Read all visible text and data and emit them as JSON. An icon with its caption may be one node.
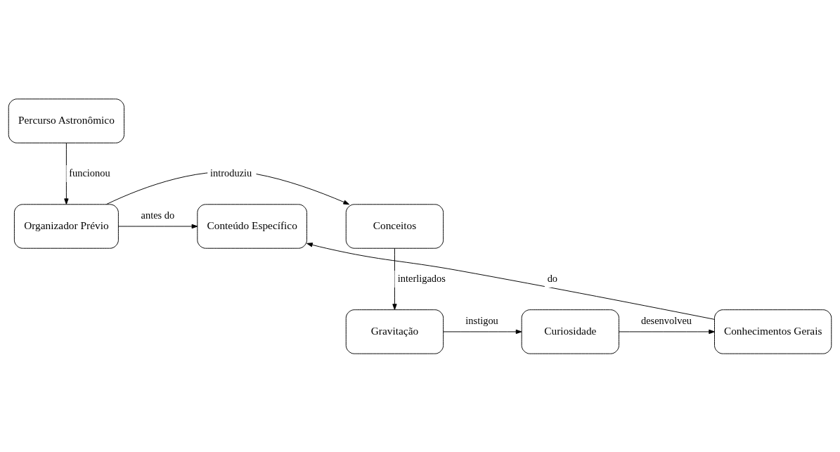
{
  "diagram": {
    "nodes": [
      {
        "text": [
          "Percurso Astronômico"
        ]
      },
      {
        "text": [
          "Conceitos"
        ]
      },
      {
        "text": [
          "Organizador Prévio"
        ]
      },
      {
        "text": [
          "Conteúdo Específico"
        ]
      },
      {
        "text": [
          "Gravitação"
        ]
      },
      {
        "text": [
          "Curiosidade"
        ]
      },
      {
        "text": [
          "Conhecimentos Gerais"
        ]
      }
    ],
    "edges": [
      {
        "from": 0,
        "to": 2,
        "arrow": "to",
        "label": "funcionou"
      },
      {
        "from": 2,
        "to": 1,
        "arrow": "to",
        "label": "introduziu"
      },
      {
        "from": 2,
        "to": 3,
        "arrow": "to",
        "label": "antes do"
      },
      {
        "from": 1,
        "to": 4,
        "arrow": "to",
        "label": "interligados"
      },
      {
        "from": 4,
        "to": 5,
        "arrow": "to",
        "label": "instigou"
      },
      {
        "from": 5,
        "to": 6,
        "arrow": "to",
        "label": "desenvolveu"
      },
      {
        "from": 6,
        "to": 3,
        "arrow": "to",
        "label": "do"
      }
    ]
  }
}
